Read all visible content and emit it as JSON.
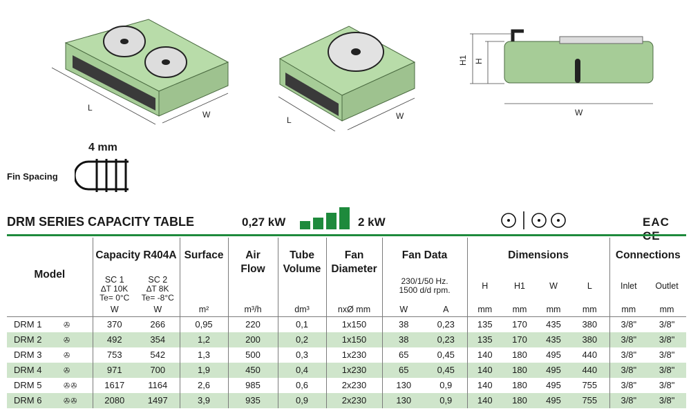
{
  "diagram": {
    "labels": {
      "L": "L",
      "W": "W",
      "H": "H",
      "H1": "H1"
    },
    "fin_spacing_label": "Fin Spacing",
    "fin_spacing_value": "4 mm"
  },
  "title": "DRM SERIES CAPACITY TABLE",
  "capacity_range": {
    "min": "0,27 kW",
    "max": "2 kW"
  },
  "certifications": "EAC CE",
  "table": {
    "headers": {
      "model": "Model",
      "capacity": "Capacity R404A",
      "sc1": "SC 1",
      "sc1_dt": "∆T 10K",
      "sc1_te": "Te= 0°C",
      "sc2": "SC 2",
      "sc2_dt": "∆T 8K",
      "sc2_te": "Te= -8°C",
      "surface": "Surface",
      "air_flow_1": "Air",
      "air_flow_2": "Flow",
      "tube_1": "Tube",
      "tube_2": "Volume",
      "fan_d_1": "Fan",
      "fan_d_2": "Diameter",
      "fan_data": "Fan Data",
      "fan_spec_1": "230/1/50 Hz.",
      "fan_spec_2": "1500 d/d rpm.",
      "dimensions": "Dimensions",
      "dim_h": "H",
      "dim_h1": "H1",
      "dim_w": "W",
      "dim_l": "L",
      "connections": "Connections",
      "inlet": "Inlet",
      "outlet": "Outlet"
    },
    "units": {
      "sc1": "W",
      "sc2": "W",
      "surface": "m²",
      "air_flow": "m³/h",
      "tube": "dm³",
      "fan_d": "nxØ mm",
      "fan_w": "W",
      "fan_a": "A",
      "h": "mm",
      "h1": "mm",
      "w": "mm",
      "l": "mm",
      "conn": "mm"
    },
    "rows": [
      {
        "model": "DRM 1",
        "fans": 1,
        "sc1": "370",
        "sc2": "266",
        "surface": "0,95",
        "air": "220",
        "tube": "0,1",
        "fan_d": "1x150",
        "fan_w": "38",
        "fan_a": "0,23",
        "h": "135",
        "h1": "170",
        "w": "435",
        "l": "380",
        "inlet": "3/8\"",
        "outlet": "3/8\""
      },
      {
        "model": "DRM 2",
        "fans": 1,
        "sc1": "492",
        "sc2": "354",
        "surface": "1,2",
        "air": "200",
        "tube": "0,2",
        "fan_d": "1x150",
        "fan_w": "38",
        "fan_a": "0,23",
        "h": "135",
        "h1": "170",
        "w": "435",
        "l": "380",
        "inlet": "3/8\"",
        "outlet": "3/8\""
      },
      {
        "model": "DRM 3",
        "fans": 1,
        "sc1": "753",
        "sc2": "542",
        "surface": "1,3",
        "air": "500",
        "tube": "0,3",
        "fan_d": "1x230",
        "fan_w": "65",
        "fan_a": "0,45",
        "h": "140",
        "h1": "180",
        "w": "495",
        "l": "440",
        "inlet": "3/8\"",
        "outlet": "3/8\""
      },
      {
        "model": "DRM 4",
        "fans": 1,
        "sc1": "971",
        "sc2": "700",
        "surface": "1,9",
        "air": "450",
        "tube": "0,4",
        "fan_d": "1x230",
        "fan_w": "65",
        "fan_a": "0,45",
        "h": "140",
        "h1": "180",
        "w": "495",
        "l": "440",
        "inlet": "3/8\"",
        "outlet": "3/8\""
      },
      {
        "model": "DRM 5",
        "fans": 2,
        "sc1": "1617",
        "sc2": "1164",
        "surface": "2,6",
        "air": "985",
        "tube": "0,6",
        "fan_d": "2x230",
        "fan_w": "130",
        "fan_a": "0,9",
        "h": "140",
        "h1": "180",
        "w": "495",
        "l": "755",
        "inlet": "3/8\"",
        "outlet": "3/8\""
      },
      {
        "model": "DRM 6",
        "fans": 2,
        "sc1": "2080",
        "sc2": "1497",
        "surface": "3,9",
        "air": "935",
        "tube": "0,9",
        "fan_d": "2x230",
        "fan_w": "130",
        "fan_a": "0,9",
        "h": "140",
        "h1": "180",
        "w": "495",
        "l": "755",
        "inlet": "3/8\"",
        "outlet": "3/8\""
      }
    ]
  }
}
